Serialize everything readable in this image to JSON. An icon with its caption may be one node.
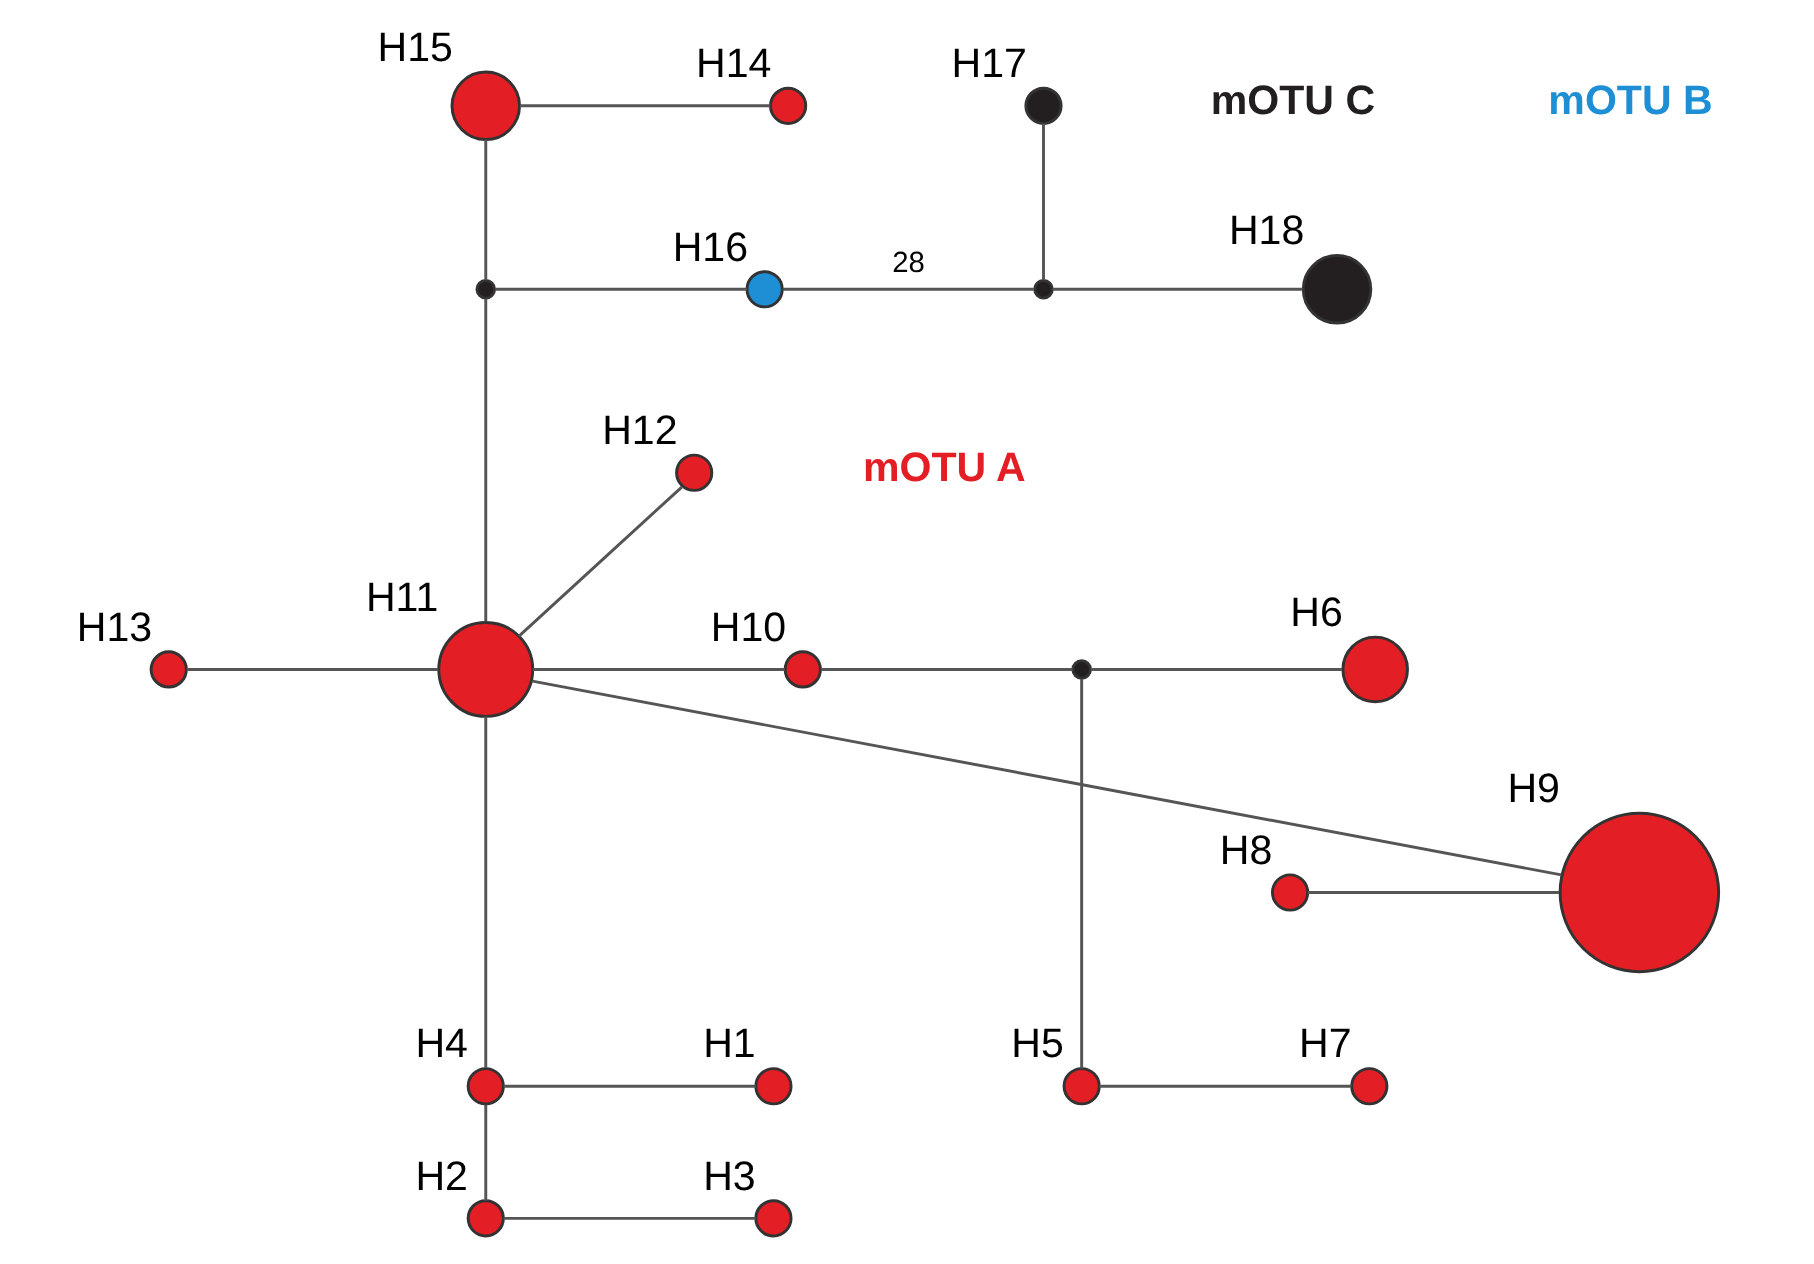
{
  "diagram": {
    "nodes": [
      {
        "text": [
          "H15"
        ]
      },
      {
        "text": [
          "H14"
        ]
      },
      {
        "text": [
          "H17"
        ]
      },
      {
        "text": [],
        "shape": "circle"
      },
      {
        "text": [
          "H16"
        ]
      },
      {
        "text": [],
        "shape": "circle"
      },
      {
        "text": [
          "H18"
        ]
      },
      {
        "text": [
          "H12"
        ]
      },
      {
        "text": [
          "H11"
        ]
      },
      {
        "text": [
          "H13"
        ]
      },
      {
        "text": [
          "H10"
        ]
      },
      {
        "text": [],
        "shape": "circle"
      },
      {
        "text": [
          "H6"
        ]
      },
      {
        "text": [
          "H8"
        ]
      },
      {
        "text": [
          "H9"
        ]
      },
      {
        "text": [
          "H4"
        ]
      },
      {
        "text": [
          "H1"
        ]
      },
      {
        "text": [
          "H5"
        ]
      },
      {
        "text": [
          "H7"
        ]
      },
      {
        "text": [
          "H2"
        ]
      },
      {
        "text": [
          "H3"
        ]
      }
    ],
    "edges": [
      {
        "from": 0,
        "to": 1,
        "arrow": "none"
      },
      {
        "from": 0,
        "to": 3,
        "arrow": "none"
      },
      {
        "from": 3,
        "to": 4,
        "arrow": "none"
      },
      {
        "from": 4,
        "to": 5,
        "arrow": "none",
        "label": "28"
      },
      {
        "from": 5,
        "to": 2,
        "arrow": "none"
      },
      {
        "from": 5,
        "to": 6,
        "arrow": "none"
      },
      {
        "from": 3,
        "to": 8,
        "arrow": "none"
      },
      {
        "from": 8,
        "to": 7,
        "arrow": "none"
      },
      {
        "from": 9,
        "to": 8,
        "arrow": "none"
      },
      {
        "from": 8,
        "to": 10,
        "arrow": "none"
      },
      {
        "from": 10,
        "to": 11,
        "arrow": "none"
      },
      {
        "from": 11,
        "to": 12,
        "arrow": "none"
      },
      {
        "from": 11,
        "to": 17,
        "arrow": "none"
      },
      {
        "from": 17,
        "to": 18,
        "arrow": "none"
      },
      {
        "from": 8,
        "to": 14,
        "arrow": "none"
      },
      {
        "from": 13,
        "to": 14,
        "arrow": "none"
      },
      {
        "from": 8,
        "to": 15,
        "arrow": "none"
      },
      {
        "from": 15,
        "to": 16,
        "arrow": "none"
      },
      {
        "from": 15,
        "to": 19,
        "arrow": "none"
      },
      {
        "from": 19,
        "to": 20,
        "arrow": "none"
      }
    ],
    "labels": [
      "mOTU B",
      "mOTU C",
      "mOTU A"
    ]
  }
}
